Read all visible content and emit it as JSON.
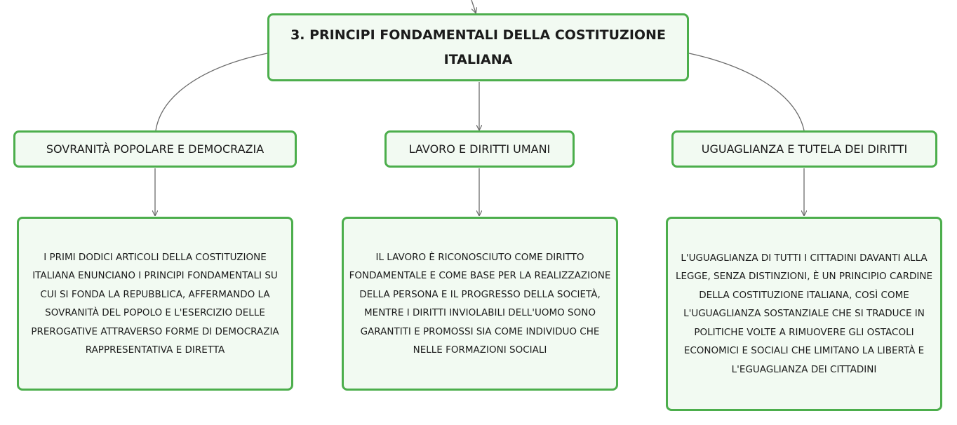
{
  "root": {
    "title": "3. PRINCIPI FONDAMENTALI DELLA COSTITUZIONE ITALIANA"
  },
  "branches": [
    {
      "label": "SOVRANITÀ POPOLARE E DEMOCRAZIA",
      "detail": "I PRIMI DODICI ARTICOLI DELLA COSTITUZIONE ITALIANA ENUNCIANO I PRINCIPI FONDAMENTALI SU CUI SI FONDA LA REPUBBLICA, AFFERMANDO LA SOVRANITÀ DEL POPOLO E L'ESERCIZIO DELLE PREROGATIVE ATTRAVERSO FORME DI DEMOCRAZIA RAPPRESENTATIVA E DIRETTA"
    },
    {
      "label": "LAVORO E DIRITTI UMANI",
      "detail": "IL LAVORO È RICONOSCIUTO COME DIRITTO FONDAMENTALE E COME BASE PER LA REALIZZAZIONE DELLA PERSONA E IL PROGRESSO DELLA SOCIETÀ, MENTRE I DIRITTI INVIOLABILI DELL'UOMO SONO GARANTITI E PROMOSSI SIA COME INDIVIDUO CHE NELLE FORMAZIONI SOCIALI"
    },
    {
      "label": "UGUAGLIANZA E TUTELA DEI DIRITTI",
      "detail": "L'UGUAGLIANZA DI TUTTI I CITTADINI DAVANTI ALLA LEGGE, SENZA DISTINZIONI, È UN PRINCIPIO CARDINE DELLA COSTITUZIONE ITALIANA, COSÌ COME L'UGUAGLIANZA SOSTANZIALE CHE SI TRADUCE IN POLITICHE VOLTE A RIMUOVERE GLI OSTACOLI ECONOMICI E SOCIALI CHE LIMITANO LA LIBERTÀ E L'EGUAGLIANZA DEI CITTADINI"
    }
  ],
  "colors": {
    "node_border": "#4cae4c",
    "node_fill": "#f2faf2",
    "connector": "#6b6b6b"
  }
}
